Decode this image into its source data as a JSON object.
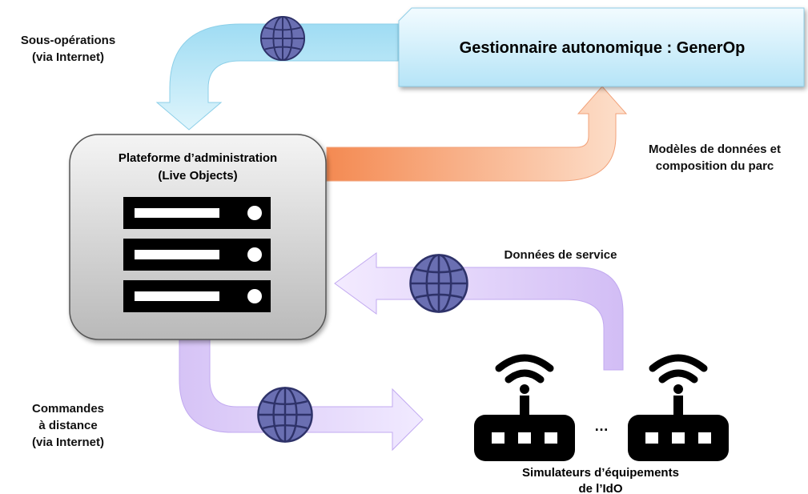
{
  "autonomic_manager": {
    "title": "Gestionnaire autonomique : GenerOp",
    "box_color": "#c7ecfa"
  },
  "platform": {
    "title_lines": [
      "Plateforme d’administration",
      "(Live Objects)"
    ],
    "server_icons": [
      "server-icon",
      "server-icon",
      "server-icon"
    ]
  },
  "devices": {
    "ellipsis": "…",
    "caption_lines": [
      "Simulateurs d’équipements",
      "de l’IdO"
    ],
    "icons": [
      "router-wifi-icon",
      "router-wifi-icon"
    ]
  },
  "flows": {
    "sub_operations": {
      "lines": [
        "Sous-opérations",
        "(via Internet)"
      ],
      "color": "#a8e0f5",
      "icon": "globe-icon"
    },
    "data_models": {
      "lines": [
        "Modèles de données et",
        "composition du parc"
      ],
      "color": "#f6a070"
    },
    "service_data": {
      "lines": [
        "Données de service"
      ],
      "color": "#d8c4f5",
      "icon": "globe-icon"
    },
    "remote_commands": {
      "lines": [
        "Commandes",
        "à distance",
        "(via Internet)"
      ],
      "color": "#d8c4f5",
      "icon": "globe-icon"
    }
  }
}
